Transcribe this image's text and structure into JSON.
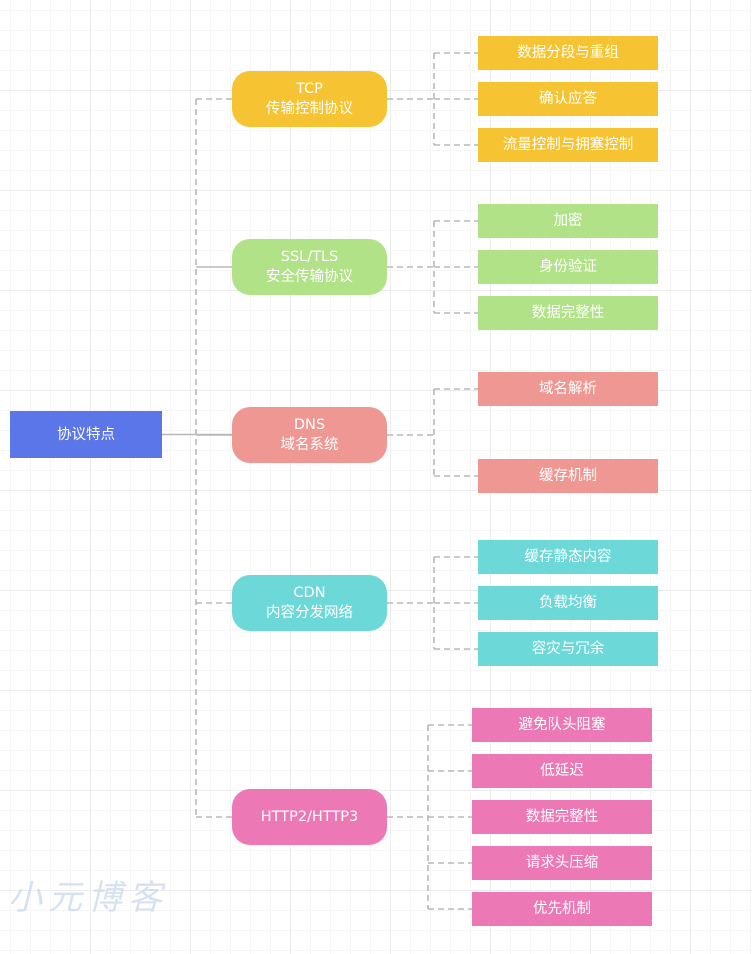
{
  "root": {
    "label": "协议特点",
    "color": "#5b76e8"
  },
  "branches": [
    {
      "title": "TCP",
      "subtitle": "传输控制协议",
      "color": "#f6c332",
      "children": [
        "数据分段与重组",
        "确认应答",
        "流量控制与拥塞控制"
      ]
    },
    {
      "title": "SSL/TLS",
      "subtitle": "安全传输协议",
      "color": "#b1e287",
      "children": [
        "加密",
        "身份验证",
        "数据完整性"
      ]
    },
    {
      "title": "DNS",
      "subtitle": "域名系统",
      "color": "#ef9792",
      "children": [
        "域名解析",
        "缓存机制"
      ]
    },
    {
      "title": "CDN",
      "subtitle": "内容分发网络",
      "color": "#6dd8d8",
      "children": [
        "缓存静态内容",
        "负载均衡",
        "容灾与冗余"
      ]
    },
    {
      "title": "HTTP2/HTTP3",
      "subtitle": "",
      "color": "#ec79b5",
      "children": [
        "避免队头阻塞",
        "低延迟",
        "数据完整性",
        "请求头压缩",
        "优先机制"
      ]
    }
  ],
  "watermark": "小元博客",
  "connector_color": "#b8b8b8"
}
